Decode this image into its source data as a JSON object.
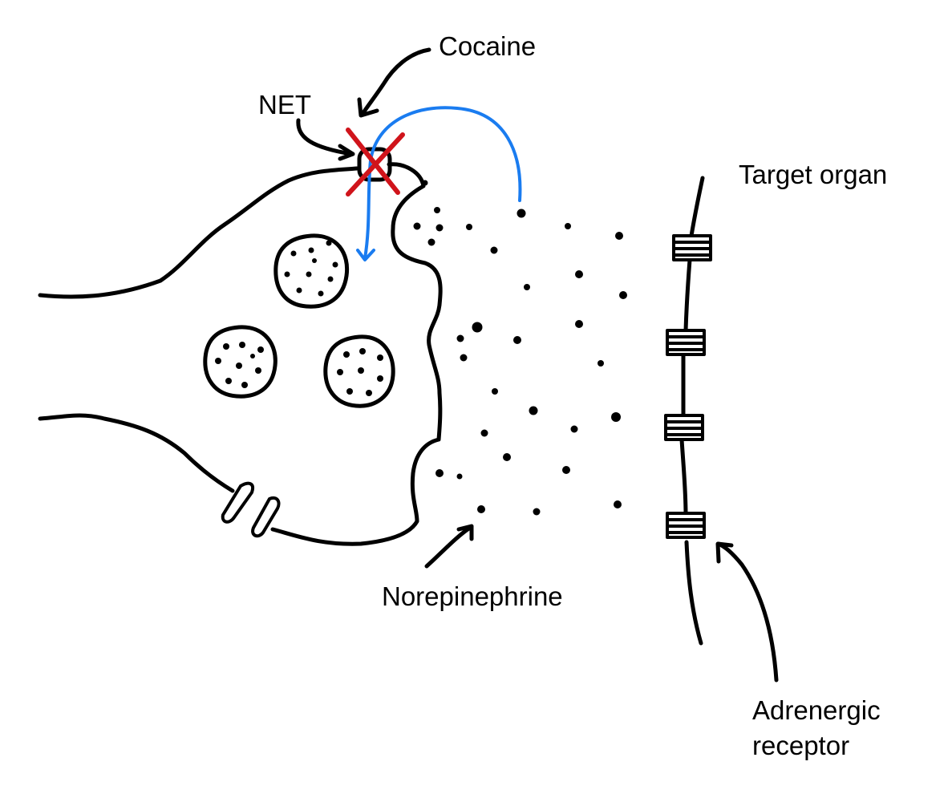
{
  "labels": {
    "cocaine": "Cocaine",
    "net": "NET",
    "target_organ": "Target organ",
    "norepinephrine": "Norepinephrine",
    "receptor_line1": "Adrenergic",
    "receptor_line2": "receptor"
  },
  "colors": {
    "ink": "#000000",
    "block_mark": "#d0141b",
    "reuptake_arrow": "#1a7cf0",
    "background": "#ffffff"
  },
  "icons": {
    "block_mark": "red-x-icon",
    "reuptake_arrow": "blue-curved-arrow-icon"
  }
}
